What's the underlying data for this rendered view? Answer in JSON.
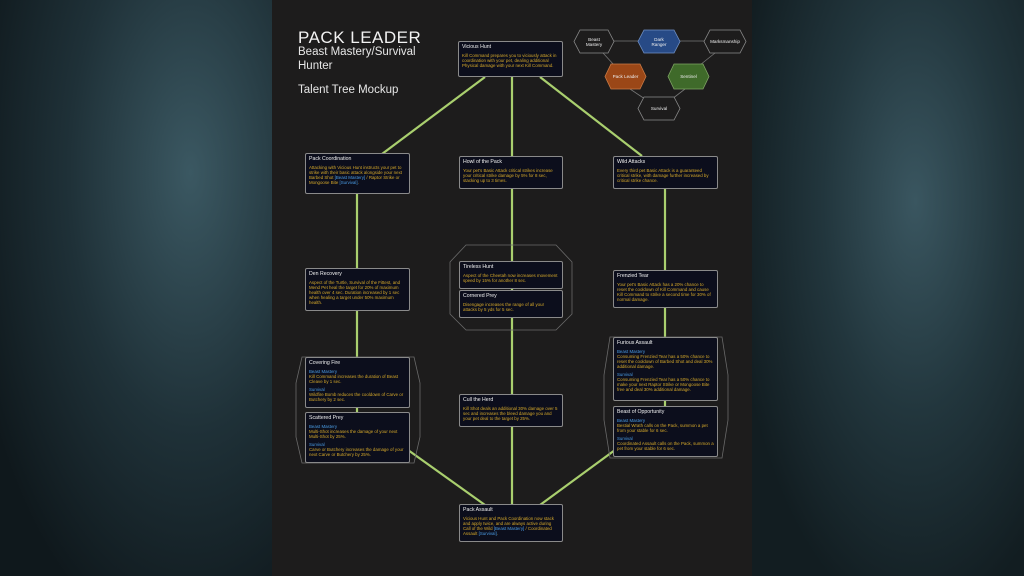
{
  "header": {
    "title": "PACK LEADER",
    "subtitle_line1": "Beast Mastery/Survival",
    "subtitle_line2": "Hunter",
    "caption": "Talent Tree Mockup"
  },
  "colors": {
    "line": "#a9cf6e",
    "gold": "#d6a92a",
    "spec": "#4b9de6",
    "dark_ranger": "#274a86",
    "pack_leader": "#9b4717",
    "sentinel": "#3f6a2a"
  },
  "hero_map": [
    {
      "id": "beast-mastery",
      "label": "Beast Mastery"
    },
    {
      "id": "dark-ranger",
      "label": "Dark Ranger"
    },
    {
      "id": "marksmanship",
      "label": "Marksmanship"
    },
    {
      "id": "pack-leader",
      "label": "Pack Leader"
    },
    {
      "id": "sentinel",
      "label": "Sentinel"
    },
    {
      "id": "survival",
      "label": "Survival"
    }
  ],
  "talents": [
    {
      "id": "vicious-hunt",
      "title": "Vicious Hunt",
      "body": [
        [
          [
            "d",
            "Kill Command prepares you to viciously attack in coordination with your pet, dealing additional Physical damage with your next Kill Command."
          ]
        ]
      ]
    },
    {
      "id": "pack-coordination",
      "title": "Pack Coordination",
      "body": [
        [
          [
            "d",
            "Attacking with Vicious Hunt instructs your pet to strike with their basic attack alongside your next Barbed Shot "
          ],
          [
            "s",
            "[Beast Mastery]"
          ],
          [
            "d",
            " / Raptor Strike or Mongoose Bite "
          ],
          [
            "s",
            "[Survival]"
          ],
          [
            "d",
            "."
          ]
        ]
      ]
    },
    {
      "id": "howl-of-the-pack",
      "title": "Howl of the Pack",
      "body": [
        [
          [
            "d",
            "Your pet's Basic Attack critical strikes increase your critical strike damage by 5% for 8 sec, stacking up to 3 times."
          ]
        ]
      ]
    },
    {
      "id": "wild-attacks",
      "title": "Wild Attacks",
      "body": [
        [
          [
            "d",
            "Every third pet Basic Attack is a guaranteed critical strike, with damage further increased by critical strike chance."
          ]
        ]
      ]
    },
    {
      "id": "den-recovery",
      "title": "Den Recovery",
      "body": [
        [
          [
            "d",
            "Aspect of the Turtle, Survival of the Fittest, and Mend Pet heal the target for 20% of maximum health over 4 sec. Duration increased by 1 sec when healing a target under 50% maximum health."
          ]
        ]
      ]
    },
    {
      "id": "tireless-hunt",
      "title": "Tireless Hunt",
      "body": [
        [
          [
            "d",
            "Aspect of the Cheetah now increases movement speed by 15% for another 8 sec."
          ]
        ]
      ]
    },
    {
      "id": "cornered-prey",
      "title": "Cornered Prey",
      "body": [
        [
          [
            "d",
            "Disengage increases the range of all your attacks by 5 yds for 5 sec."
          ]
        ]
      ]
    },
    {
      "id": "frenzied-tear",
      "title": "Frenzied Tear",
      "body": [
        [
          [
            "d",
            "Your pet's Basic Attack has a 20% chance to reset the cooldown of Kill Command and cause Kill Command to strike a second time for 30% of normal damage."
          ]
        ]
      ]
    },
    {
      "id": "covering-fire",
      "title": "Covering Fire",
      "body": [
        [
          [
            "s",
            "Beast Mastery"
          ]
        ],
        [
          [
            "d",
            "Kill Command increases the duration of Beast Cleave by 1 sec."
          ]
        ],
        [
          [
            "s",
            "Survival"
          ]
        ],
        [
          [
            "d",
            "Wildfire Bomb reduces the cooldown of Carve or Butchery by 2 sec."
          ]
        ]
      ]
    },
    {
      "id": "scattered-prey",
      "title": "Scattered Prey",
      "body": [
        [
          [
            "s",
            "Beast Mastery"
          ]
        ],
        [
          [
            "d",
            "Multi-Shot increases the damage of your next Multi-Shot by 25%."
          ]
        ],
        [
          [
            "s",
            "Survival"
          ]
        ],
        [
          [
            "d",
            "Carve or Butchery increases the damage of your next Carve or Butchery by 25%."
          ]
        ]
      ]
    },
    {
      "id": "furious-assault",
      "title": "Furious Assault",
      "body": [
        [
          [
            "s",
            "Beast Mastery"
          ]
        ],
        [
          [
            "d",
            "Consuming Frenzied Tear has a 50% chance to reset the cooldown of Barbed Shot and deal 30% additional damage."
          ]
        ],
        [
          [
            "s",
            "Survival"
          ]
        ],
        [
          [
            "d",
            "Consuming Frenzied Tear has a 50% chance to make your next Raptor Strike or Mongoose Bite free and deal 30% additional damage."
          ]
        ]
      ]
    },
    {
      "id": "beast-of-opportunity",
      "title": "Beast of Opportunity",
      "body": [
        [
          [
            "s",
            "Beast Mastery"
          ]
        ],
        [
          [
            "d",
            "Bestial Wrath calls on the Pack, summon a pet from your stable for 6 sec."
          ]
        ],
        [
          [
            "s",
            "Survival"
          ]
        ],
        [
          [
            "d",
            "Coordinated Assault calls on the Pack, summon a pet from your stable for 6 sec."
          ]
        ]
      ]
    },
    {
      "id": "cull-the-herd",
      "title": "Cull the Herd",
      "body": [
        [
          [
            "d",
            "Kill Shot deals an additional 30% damage over 5 sec and increases the bleed damage you and your pet deal to the target by 25%."
          ]
        ]
      ]
    },
    {
      "id": "pack-assault",
      "title": "Pack Assault",
      "body": [
        [
          [
            "d",
            "Vicious Hunt and Pack Coordination now stack and apply twice, and are always active during Call of the Wild "
          ],
          [
            "s",
            "[Beast Mastery]"
          ],
          [
            "d",
            " / Coordinated Assault "
          ],
          [
            "s",
            "[Survival]"
          ],
          [
            "d",
            "."
          ]
        ]
      ]
    }
  ]
}
